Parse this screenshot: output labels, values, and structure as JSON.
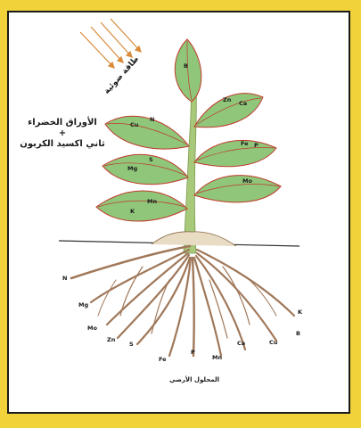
{
  "labels": {
    "light_energy": "طاقة ضوئية",
    "green_leaves": "الأوراق الخضراء",
    "plus": "+",
    "co2": "ثاني اكسيد الكربون",
    "soil_solution": "المحلول الأرضي"
  },
  "leaf_elements": [
    "B",
    "Zn",
    "Ca",
    "Cu",
    "N",
    "Fe",
    "P",
    "Mg",
    "S",
    "Mo",
    "K",
    "Mn"
  ],
  "root_elements": [
    "N",
    "Mg",
    "Mo",
    "Zn",
    "S",
    "Fe",
    "P",
    "Mn",
    "Ca",
    "Cu",
    "B",
    "K"
  ],
  "colors": {
    "background": "#f2d23a",
    "leaf_fill": "#8fc67a",
    "leaf_edge": "#c0392b",
    "stem": "#a8c97a",
    "root": "#a0785a",
    "arrow": "#d98a3a"
  }
}
